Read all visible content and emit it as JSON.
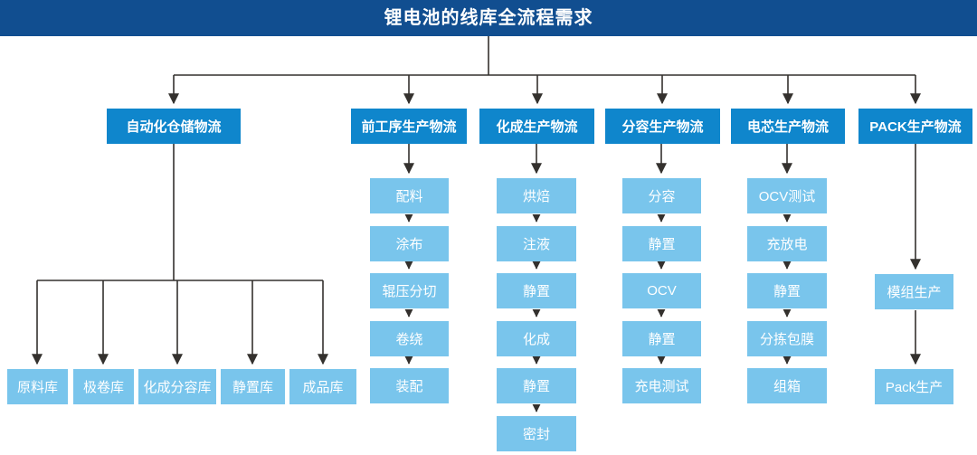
{
  "title": "锂电池的线库全流程需求",
  "colors": {
    "header_bg": "#114e90",
    "branch_bg": "#0f86cc",
    "child_bg": "#79c5ec",
    "connector": "#34312e",
    "text": "#ffffff"
  },
  "tree": {
    "branches": [
      {
        "label": "自动化仓储物流",
        "children": [
          "原料库",
          "极卷库",
          "化成分容库",
          "静置库",
          "成品库"
        ]
      },
      {
        "label": "前工序生产物流",
        "children": [
          "配料",
          "涂布",
          "辊压分切",
          "卷绕",
          "装配"
        ]
      },
      {
        "label": "化成生产物流",
        "children": [
          "烘焙",
          "注液",
          "静置",
          "化成",
          "静置",
          "密封"
        ]
      },
      {
        "label": "分容生产物流",
        "children": [
          "分容",
          "静置",
          "OCV",
          "静置",
          "充电测试"
        ]
      },
      {
        "label": "电芯生产物流",
        "children": [
          "OCV测试",
          "充放电",
          "静置",
          "分拣包膜",
          "组箱"
        ]
      },
      {
        "label": "PACK生产物流",
        "children": [
          "模组生产",
          "Pack生产"
        ]
      }
    ]
  }
}
